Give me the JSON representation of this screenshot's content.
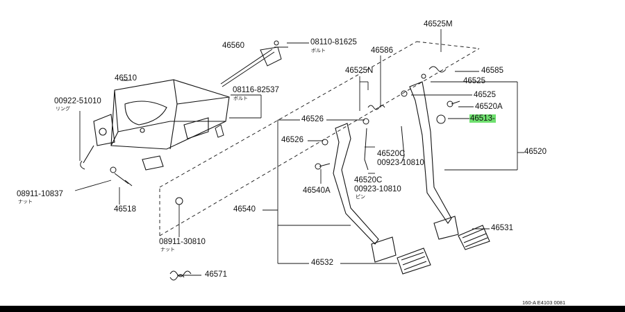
{
  "parts": {
    "p46525M": "46525M",
    "p08110": "08110-81625",
    "p08110_sub": "ボルト",
    "p46560": "46560",
    "p46586": "46586",
    "p46525N": "46525N",
    "p46585": "46585",
    "p46510": "46510",
    "p46525a": "46525",
    "p08116": "08116-82537",
    "p08116_sub": "ボルト",
    "p46525b": "46525",
    "p00922": "00922-51010",
    "p00922_sub": "リング",
    "p46520A": "46520A",
    "p46526a": "46526",
    "p46513": "46513-",
    "p46526b": "46526",
    "p46520C_a": "46520C",
    "p00923_a": "00923-10810",
    "p46520": "46520",
    "p46540A": "46540A",
    "p46520C_b": "46520C",
    "p00923_b": "00923-10810",
    "p00923_b_sub": "ピン",
    "p08911a": "08911-10837",
    "p08911a_sub": "ナット",
    "p46518": "46518",
    "p46540": "46540",
    "p46531": "46531",
    "p08911b": "08911-30810",
    "p08911b_sub": "ナット",
    "p46532": "46532",
    "p46571": "46571"
  },
  "footer": {
    "code": "160-A E4103 0081"
  },
  "highlight_color": "#6fe06f"
}
